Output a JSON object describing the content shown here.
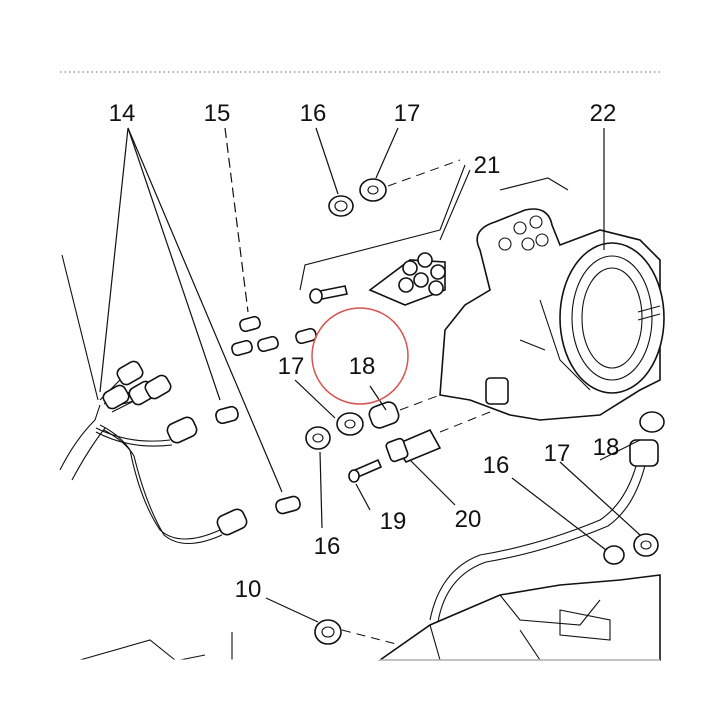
{
  "diagram": {
    "callouts": [
      {
        "id": "c14",
        "label": "14"
      },
      {
        "id": "c15",
        "label": "15"
      },
      {
        "id": "c16a",
        "label": "16"
      },
      {
        "id": "c17a",
        "label": "17"
      },
      {
        "id": "c22",
        "label": "22"
      },
      {
        "id": "c21",
        "label": "21"
      },
      {
        "id": "c17b",
        "label": "17"
      },
      {
        "id": "c18a",
        "label": "18"
      },
      {
        "id": "c16b",
        "label": "16"
      },
      {
        "id": "c19",
        "label": "19"
      },
      {
        "id": "c20",
        "label": "20"
      },
      {
        "id": "c16c",
        "label": "16"
      },
      {
        "id": "c17c",
        "label": "17"
      },
      {
        "id": "c18b",
        "label": "18"
      },
      {
        "id": "c10",
        "label": "10"
      }
    ],
    "highlight_color": "#d9534f",
    "line_color": "#111111"
  }
}
